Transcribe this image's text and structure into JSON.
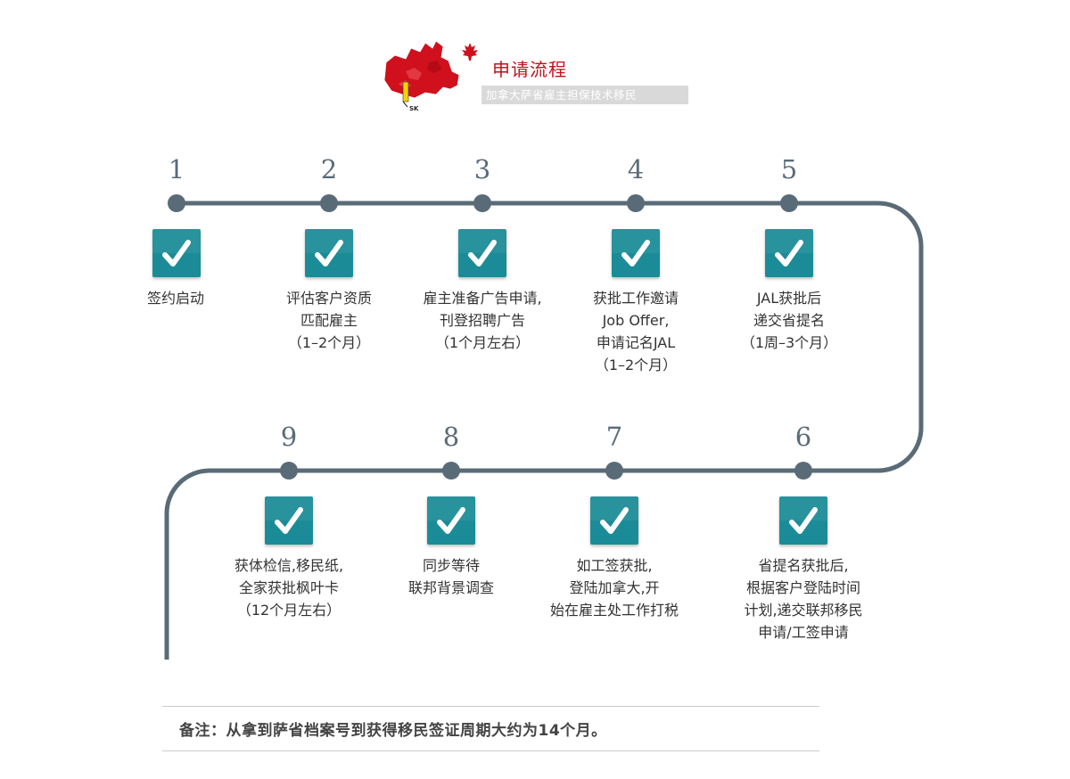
{
  "header": {
    "title": "申请流程",
    "subtitle": "加拿大萨省雇主担保技术移民",
    "map_label": "SK"
  },
  "colors": {
    "path": "#5a6b78",
    "check": "#1b8c97",
    "title": "#c0101a",
    "map": "#d0101c"
  },
  "steps": [
    {
      "number": "1",
      "lines": [
        "签约启动"
      ]
    },
    {
      "number": "2",
      "lines": [
        "评估客户资质",
        "匹配雇主",
        "（1–2个月）"
      ]
    },
    {
      "number": "3",
      "lines": [
        "雇主准备广告申请,",
        "刊登招聘广告",
        "（1个月左右）"
      ]
    },
    {
      "number": "4",
      "lines": [
        "获批工作邀请",
        "Job Offer,",
        "申请记名JAL",
        "（1–2个月）"
      ]
    },
    {
      "number": "5",
      "lines": [
        "JAL获批后",
        "递交省提名",
        "（1周–3个月）"
      ]
    },
    {
      "number": "6",
      "lines": [
        "省提名获批后,",
        "根据客户登陆时间",
        "计划,递交联邦移民",
        "申请/工签申请"
      ]
    },
    {
      "number": "7",
      "lines": [
        "如工签获批,",
        "登陆加拿大,开",
        "始在雇主处工作打税"
      ]
    },
    {
      "number": "8",
      "lines": [
        "同步等待",
        "联邦背景调查"
      ]
    },
    {
      "number": "9",
      "lines": [
        "获体检信,移民纸,",
        "全家获批枫叶卡",
        "（12个月左右）"
      ]
    }
  ],
  "note": "备注：从拿到萨省档案号到获得移民签证周期大约为14个月。"
}
